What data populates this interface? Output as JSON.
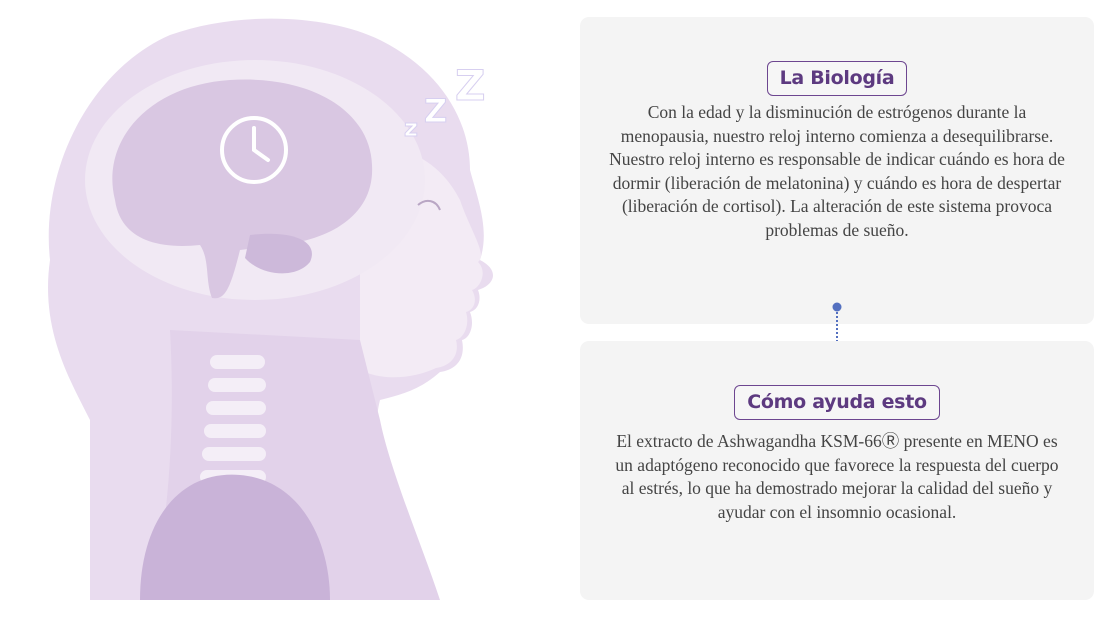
{
  "sections": [
    {
      "title": "La Biología",
      "text": "Con la edad y la disminución de estrógenos durante la menopausia, nuestro reloj interno comienza a desequilibrarse. Nuestro reloj interno es responsable de indicar cuándo es hora de dormir (liberación de melatonina) y cuándo es hora de despertar (liberación de cortisol). La alteración de este sistema provoca problemas de sueño."
    },
    {
      "title": "Cómo ayuda esto",
      "text": "El extracto de Ashwagandha KSM-66Ⓡ presente en MENO es un adaptógeno reconocido que favorece la respuesta del cuerpo al estrés, lo que ha demostrado mejorar la calidad del sueño y ayudar con el insomnio ocasional."
    }
  ],
  "illustration": {
    "sleep_letters": [
      "z",
      "Z",
      "Z"
    ]
  },
  "colors": {
    "accent": "#5d3a80",
    "connector": "#5470c0",
    "card_bg": "#f4f4f4",
    "silhouette": "#ecdff0"
  }
}
